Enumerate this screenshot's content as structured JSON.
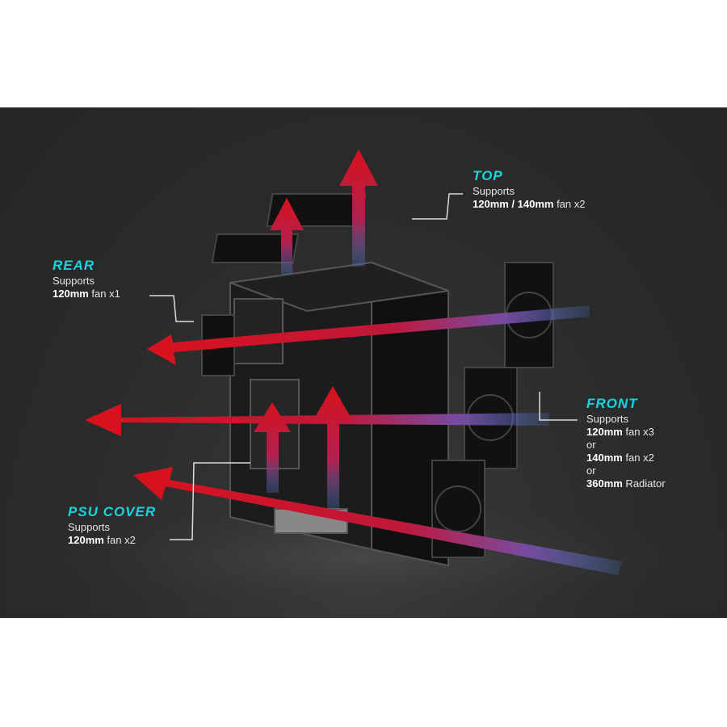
{
  "background_color": "#2b2b2b",
  "accent_color": "#19d4dc",
  "arrow_color": "#d8121c",
  "callouts": {
    "top": {
      "title": "TOP",
      "line1": "Supports",
      "size": "120mm / 140mm",
      "rest": " fan x2"
    },
    "rear": {
      "title": "REAR",
      "line1": "Supports",
      "size": "120mm",
      "rest": " fan x1"
    },
    "front": {
      "title": "FRONT",
      "line1": "Supports",
      "size1": "120mm",
      "rest1": " fan x3",
      "or1": "or",
      "size2": "140mm",
      "rest2": " fan x2",
      "or2": "or",
      "size3": "360mm",
      "rest3": " Radiator"
    },
    "psu": {
      "title": "PSU COVER",
      "line1": "Supports",
      "size": "120mm",
      "rest": " fan x2"
    }
  }
}
